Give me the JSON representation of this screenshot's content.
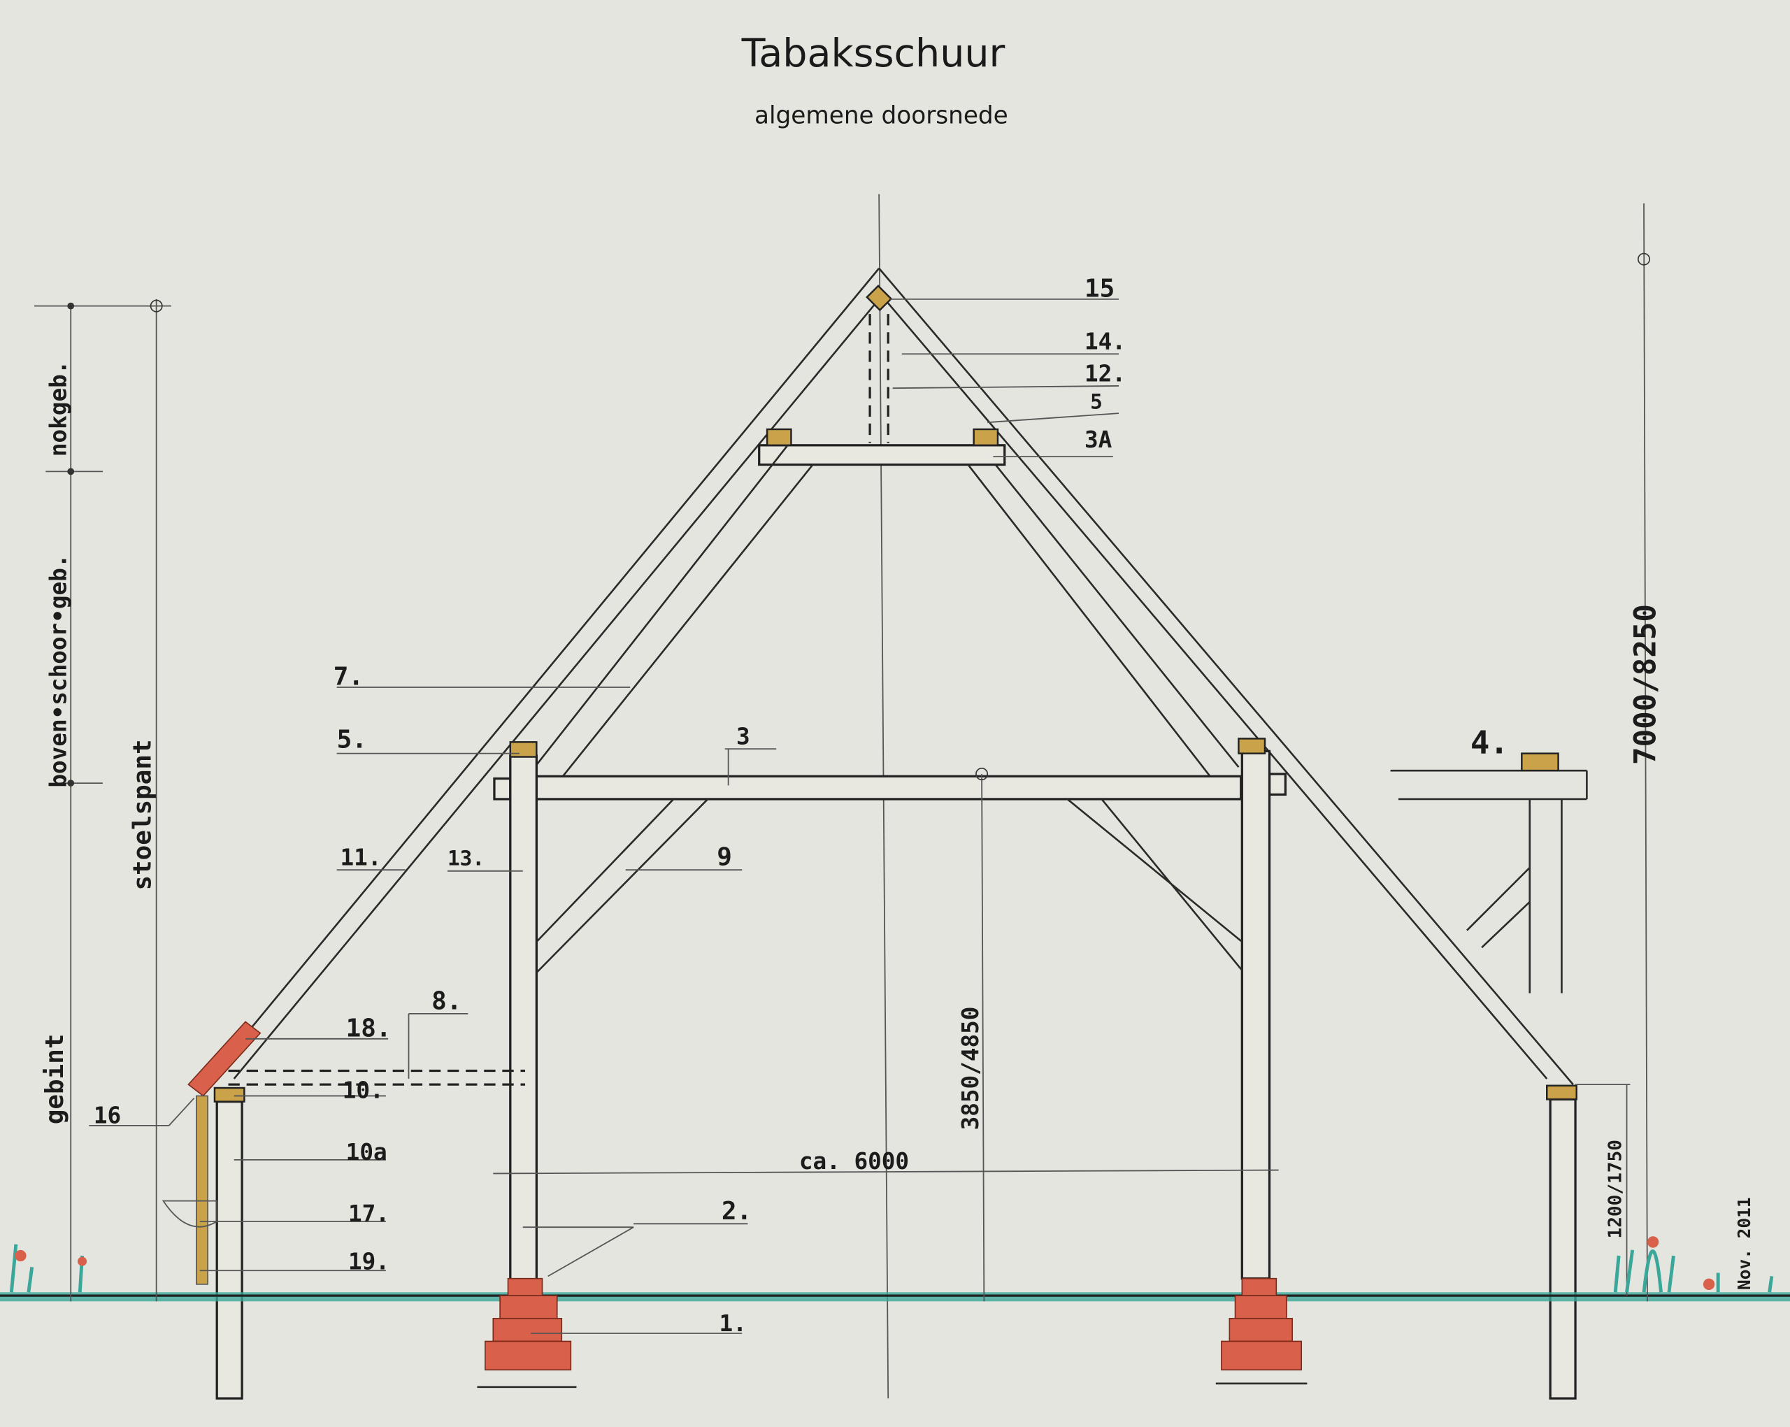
{
  "title": "Tabaksschuur",
  "subtitle": "algemene doorsnede",
  "labels": {
    "l1": "1.",
    "l2": "2.",
    "l3": "3",
    "l3a": "3A",
    "l4": "4.",
    "l5": "5.",
    "l5top": "5",
    "l7": "7.",
    "l8": "8.",
    "l9": "9",
    "l10": "10.",
    "l10a": "10a",
    "l11": "11.",
    "l12": "12.",
    "l13": "13.",
    "l14": "14.",
    "l15": "15",
    "l16": "16",
    "l17": "17.",
    "l18": "18.",
    "l19": "19."
  },
  "dimensions": {
    "nokgebint": "nokgeb.",
    "bovenschoor": "boven•schoor•geb.",
    "stoelspant": "stoelspant",
    "gebint": "gebint",
    "post_height": "3850/4850",
    "span": "ca. 6000",
    "wall_height": "1200/1750",
    "total_height": "7000/8250"
  },
  "date": "Nov. 2011",
  "colors": {
    "paper": "#e4e5de",
    "brick": "#d9604a",
    "timber": "#c9a24a",
    "ground": "#3aa79a"
  }
}
